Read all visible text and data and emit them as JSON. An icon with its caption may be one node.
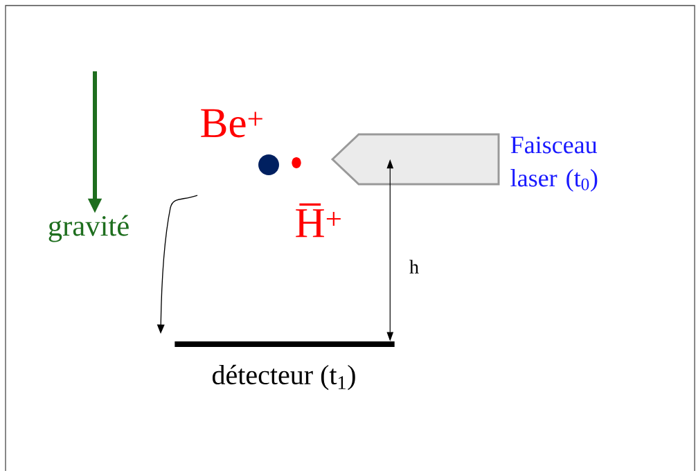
{
  "diagram": {
    "nodes": [
      {
        "text": [],
        "shape": "circle",
        "beside": [
          "Be$^{+}$"
        ]
      },
      {
        "text": [],
        "shape": "circle",
        "beside": [
          "H̅$^{+}$"
        ]
      },
      {
        "text": [],
        "shape": "arrow",
        "beside": [
          "Faisceau laser (t$_{0}$)"
        ]
      },
      {
        "text": [],
        "shape": "bar",
        "beside": [
          "détecteur (t$_{1}$)"
        ]
      }
    ],
    "edges": [
      {
        "from": 2,
        "to": 3,
        "arrow": "both",
        "label": "h"
      }
    ],
    "labels": [
      "gravité"
    ]
  }
}
